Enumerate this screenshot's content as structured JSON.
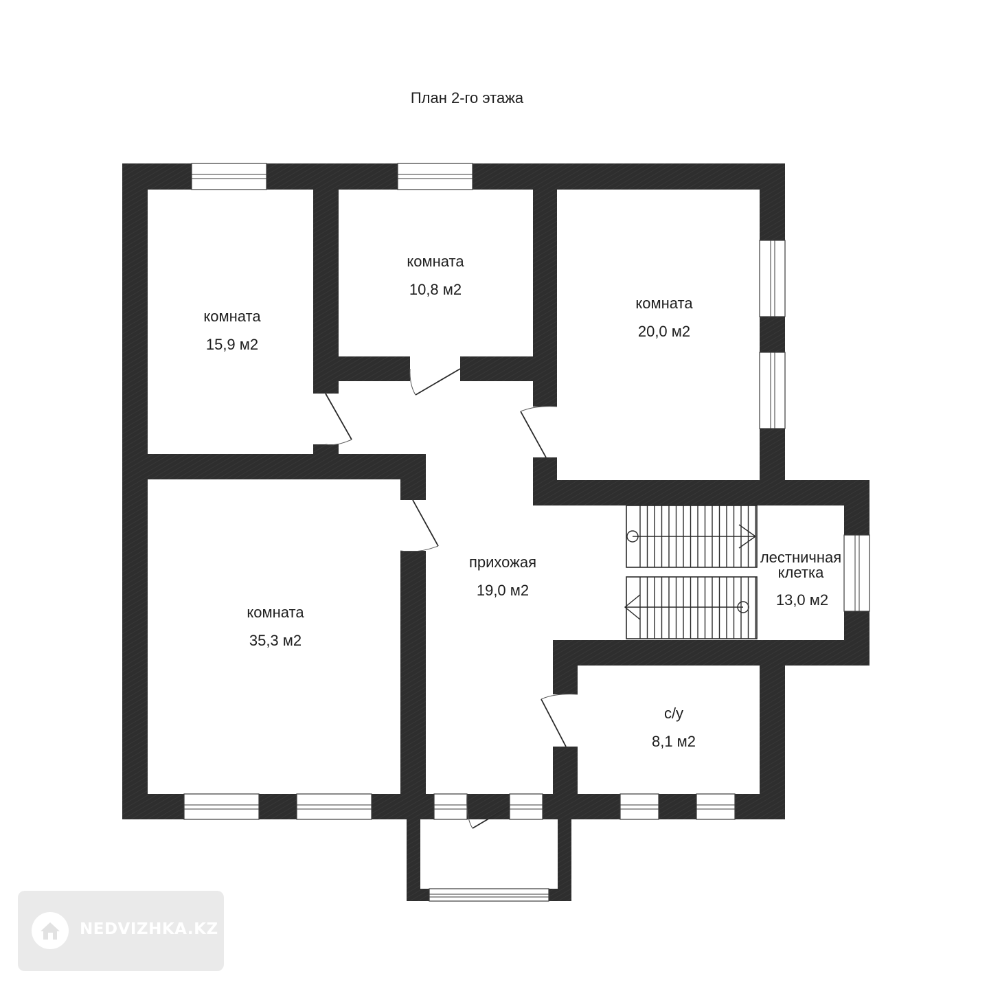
{
  "title": "План 2-го этажа",
  "rooms": [
    {
      "name": "комната",
      "area": "15,9 м2"
    },
    {
      "name": "комната",
      "area": "10,8 м2"
    },
    {
      "name": "комната",
      "area": "20,0 м2"
    },
    {
      "name": "прихожая",
      "area": "19,0 м2"
    },
    {
      "name": "комната",
      "area": "35,3 м2"
    },
    {
      "name": "лестничная",
      "name2": "клетка",
      "area": "13,0 м2"
    },
    {
      "name": "с/у",
      "area": "8,1 м2"
    }
  ],
  "watermark": {
    "text": "NEDVIZHKA.KZ",
    "icon": "house-icon"
  },
  "colors": {
    "wall": "#2e2e2e",
    "background": "#ffffff",
    "watermark_bg": "#e8e8e8"
  }
}
